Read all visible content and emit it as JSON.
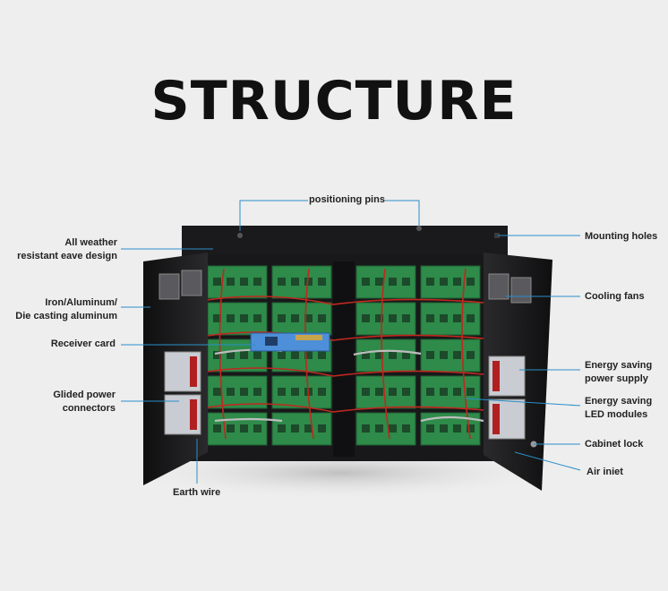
{
  "title": "STRUCTURE",
  "colors": {
    "background": "#eeeeee",
    "leader_line": "#2a8fc9",
    "cabinet": "#1c1c1e",
    "module_green": "#2e8b4a",
    "cable_red": "#c0281e"
  },
  "labels": {
    "positioning_pins": "positioning pins",
    "all_weather_1": "All weather",
    "all_weather_2": "resistant eave design",
    "iron_1": "Iron/Aluminum/",
    "iron_2": "Die casting aluminum",
    "receiver_card": "Receiver card",
    "gilded_1": "Glided power",
    "gilded_2": "connectors",
    "earth_wire": "Earth wire",
    "mounting_holes": "Mounting holes",
    "cooling_fans": "Cooling fans",
    "power_supply_1": "Energy saving",
    "power_supply_2": "power supply",
    "led_modules_1": "Energy saving",
    "led_modules_2": "LED modules",
    "cabinet_lock": "Cabinet lock",
    "air_inlet": "Air iniet"
  }
}
